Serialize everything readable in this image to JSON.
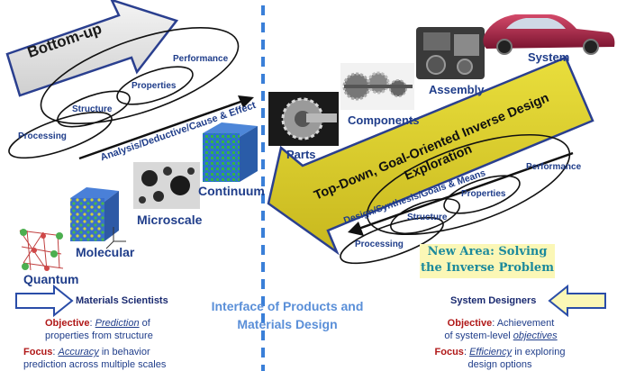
{
  "left": {
    "arrow_label": "Bottom-up",
    "flow_label": "Analysis/Deductive/Cause & Effect",
    "ellipses": [
      "Processing",
      "Structure",
      "Properties",
      "Performance"
    ],
    "scales": [
      "Quantum",
      "Molecular",
      "Microscale",
      "Continuum"
    ],
    "role": "Materials Scientists",
    "objective_key": "Objective",
    "objective_em": "Prediction",
    "objective_rest": "of",
    "objective_line2": "properties from structure",
    "focus_key": "Focus",
    "focus_em": "Accuracy",
    "focus_rest": "in behavior",
    "focus_line2": "prediction across multiple scales"
  },
  "center": {
    "interface_line1": "Interface of Products and",
    "interface_line2": "Materials Design"
  },
  "right": {
    "arrow_line1": "Top-Down, Goal-Oriented Inverse Design",
    "arrow_line2": "Exploration",
    "flow_label": "Design/Synthesis/Goals & Means",
    "ellipses": [
      "Processing",
      "Structure",
      "Properties",
      "Performance"
    ],
    "products": [
      "Parts",
      "Components",
      "Assembly",
      "System"
    ],
    "new_area_line1": "New Area: Solving",
    "new_area_line2": "the Inverse Problem",
    "role": "System Designers",
    "objective_key": "Objective",
    "objective_rest": "Achievement",
    "objective_line2_pre": "of system-level",
    "objective_em": "objectives",
    "focus_key": "Focus",
    "focus_em": "Efficiency",
    "focus_rest": "in exploring",
    "focus_line2": "design options"
  },
  "colors": {
    "navy": "#1f3d8a",
    "red_label": "#b01818",
    "dashed_divider": "#3a7fd8",
    "left_arrow_fill": "#e4e4e4",
    "right_arrow_fill": "#d9cd2a",
    "new_area_bg": "#fbf7b6"
  }
}
